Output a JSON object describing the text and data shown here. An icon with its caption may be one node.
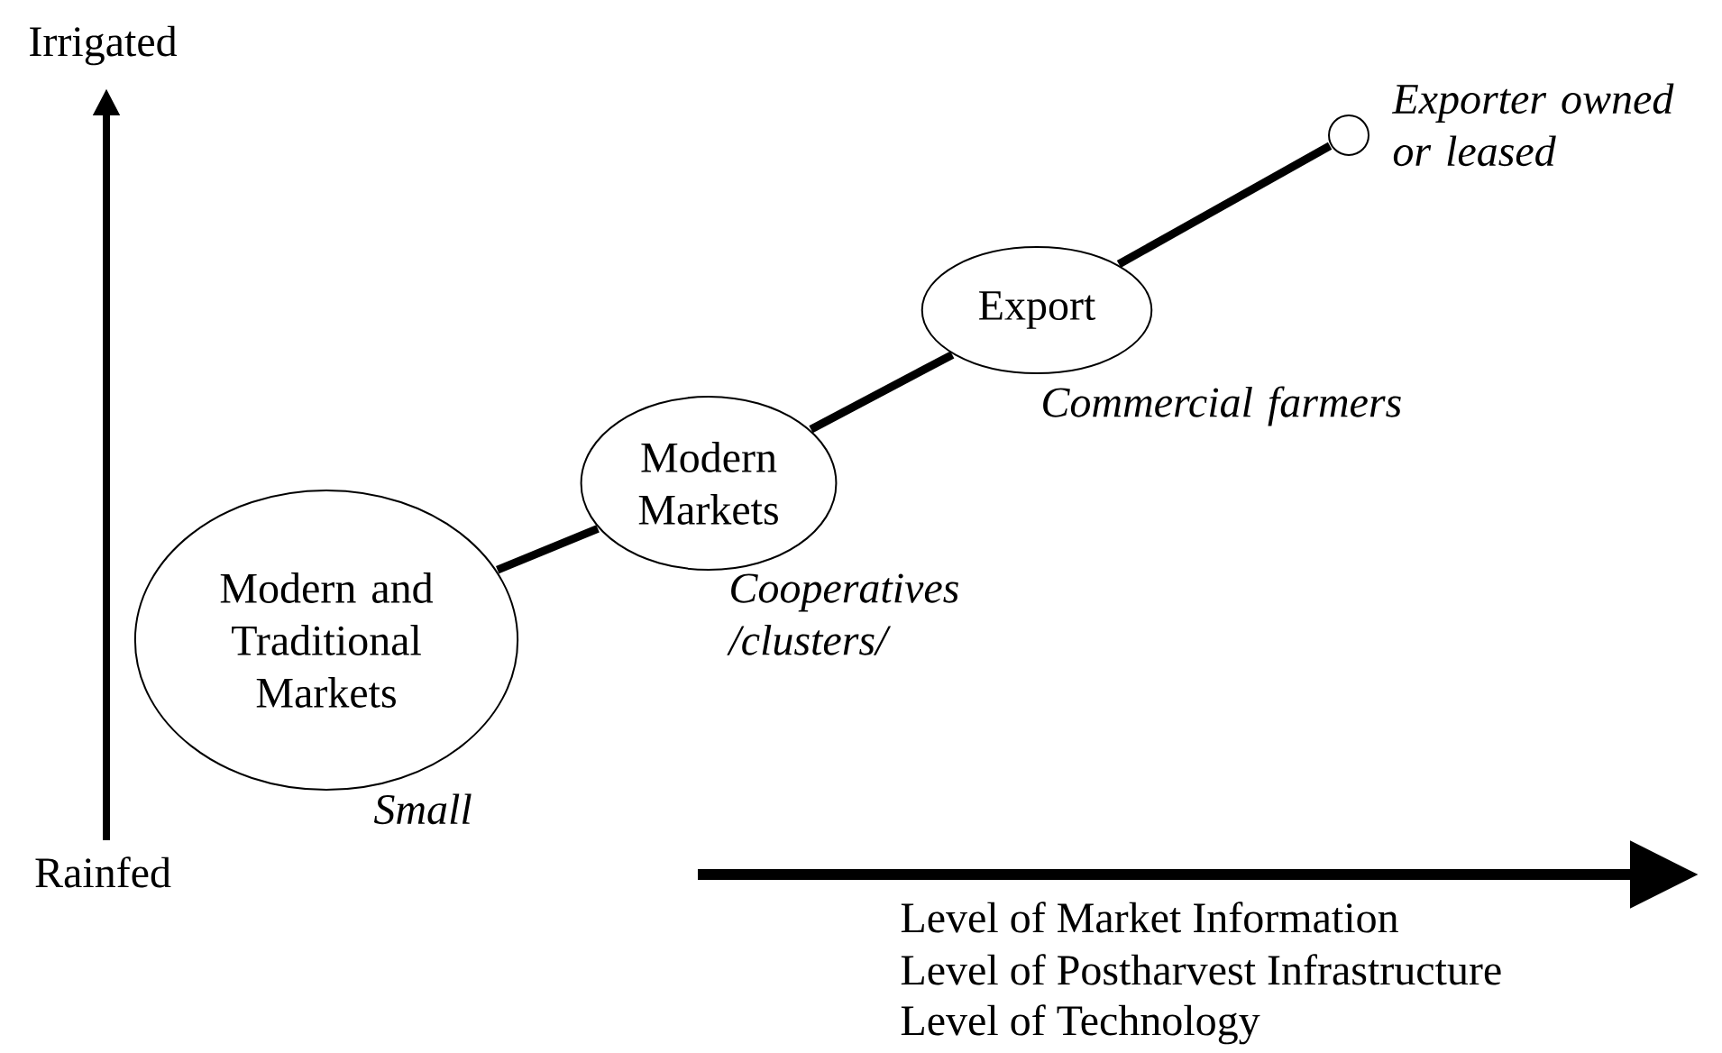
{
  "diagram": {
    "nodes": [
      {
        "text": [
          "Modern and Traditional Markets"
        ],
        "beside": [
          "Small"
        ]
      },
      {
        "text": [
          "Modern Markets"
        ],
        "beside": [
          "Cooperatives /clusters/"
        ]
      },
      {
        "text": [
          "Export"
        ],
        "beside": [
          "Commercial farmers"
        ]
      },
      {
        "text": [],
        "shape": "circle",
        "beside": [
          "Exporter owned or leased"
        ]
      }
    ],
    "edges": [
      {
        "from": 0,
        "to": 1,
        "arrow": "none"
      },
      {
        "from": 1,
        "to": 2,
        "arrow": "none"
      },
      {
        "from": 2,
        "to": 3,
        "arrow": "none"
      }
    ],
    "labels": [
      "Irrigated",
      "Rainfed",
      "Level of Market Information",
      "Level of Postharvest Infrastructure",
      "Level of Technology"
    ]
  }
}
